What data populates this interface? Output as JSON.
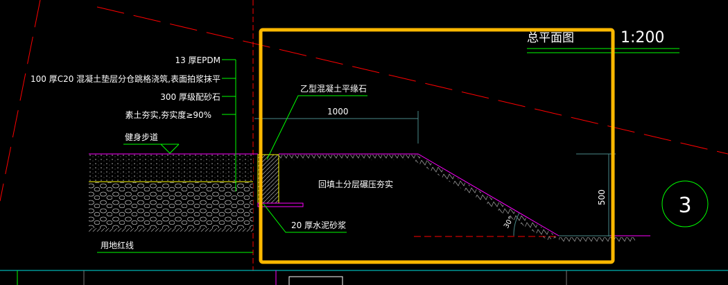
{
  "drawing": {
    "title": "总平面图",
    "scale": "1:200",
    "detail_number": "3",
    "layers_labels": [
      "13 厚EPDM",
      "100 厚C20 混凝土垫层分仓跳格浇筑,表面拍浆抹平",
      "300 厚级配砂石",
      "素土夯实,夯实度≥90%"
    ],
    "path_label": "健身步道",
    "red_line_label": "用地红线",
    "curb_label": "乙型混凝土平缘石",
    "mortar_label": "20 厚水泥砂浆",
    "backfill_label": "回填土分层碾压夯实",
    "dim_width": "1000",
    "dim_height": "500",
    "slope_angle": "30°"
  },
  "colors": {
    "background": "#000000",
    "frame": "#ffb800",
    "leader": "#00ff00",
    "boundary": "#ff0000",
    "surface": "#ff00ff",
    "dimension": "#4a8a8a",
    "divider": "#00e0e0"
  }
}
